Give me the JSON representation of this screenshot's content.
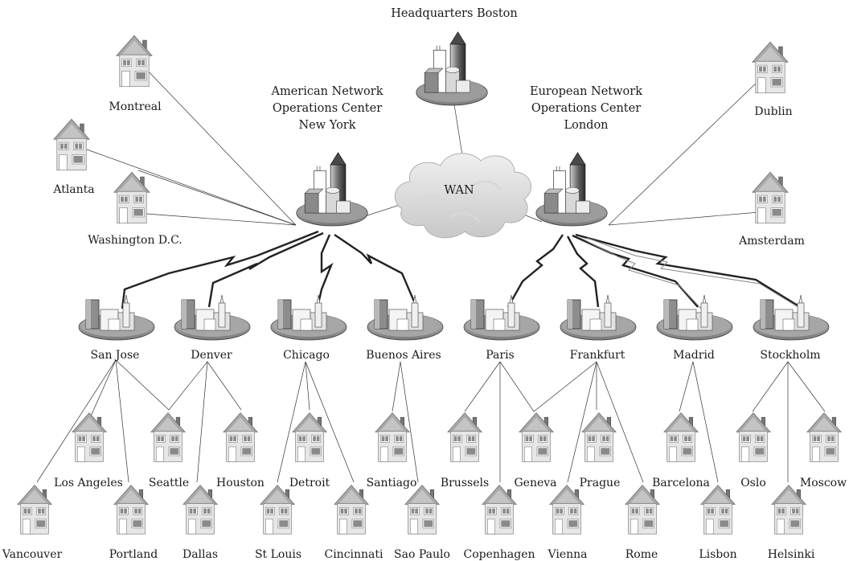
{
  "headquarters": {
    "label": "Headquarters Boston"
  },
  "wan": {
    "label": "WAN"
  },
  "noc_america": {
    "lines": [
      "American Network",
      "Operations Center",
      "New York"
    ]
  },
  "noc_europe": {
    "lines": [
      "European Network",
      "Operations Center",
      "London"
    ]
  },
  "top_sites": {
    "montreal": "Montreal",
    "atlanta": "Atlanta",
    "washington": "Washington D.C.",
    "dublin": "Dublin",
    "amsterdam": "Amsterdam"
  },
  "hubs": [
    "San Jose",
    "Denver",
    "Chicago",
    "Buenos Aires",
    "Paris",
    "Frankfurt",
    "Madrid",
    "Stockholm"
  ],
  "branches_upper": [
    "Los Angeles",
    "Seattle",
    "Houston",
    "Detroit",
    "Santiago",
    "Brussels",
    "Geneva",
    "Prague",
    "Barcelona",
    "Oslo",
    "Moscow"
  ],
  "branches_lower": [
    "Vancouver",
    "Portland",
    "Dallas",
    "St Louis",
    "Cincinnati",
    "Sao Paulo",
    "Copenhagen",
    "Vienna",
    "Rome",
    "Lisbon",
    "Helsinki"
  ]
}
